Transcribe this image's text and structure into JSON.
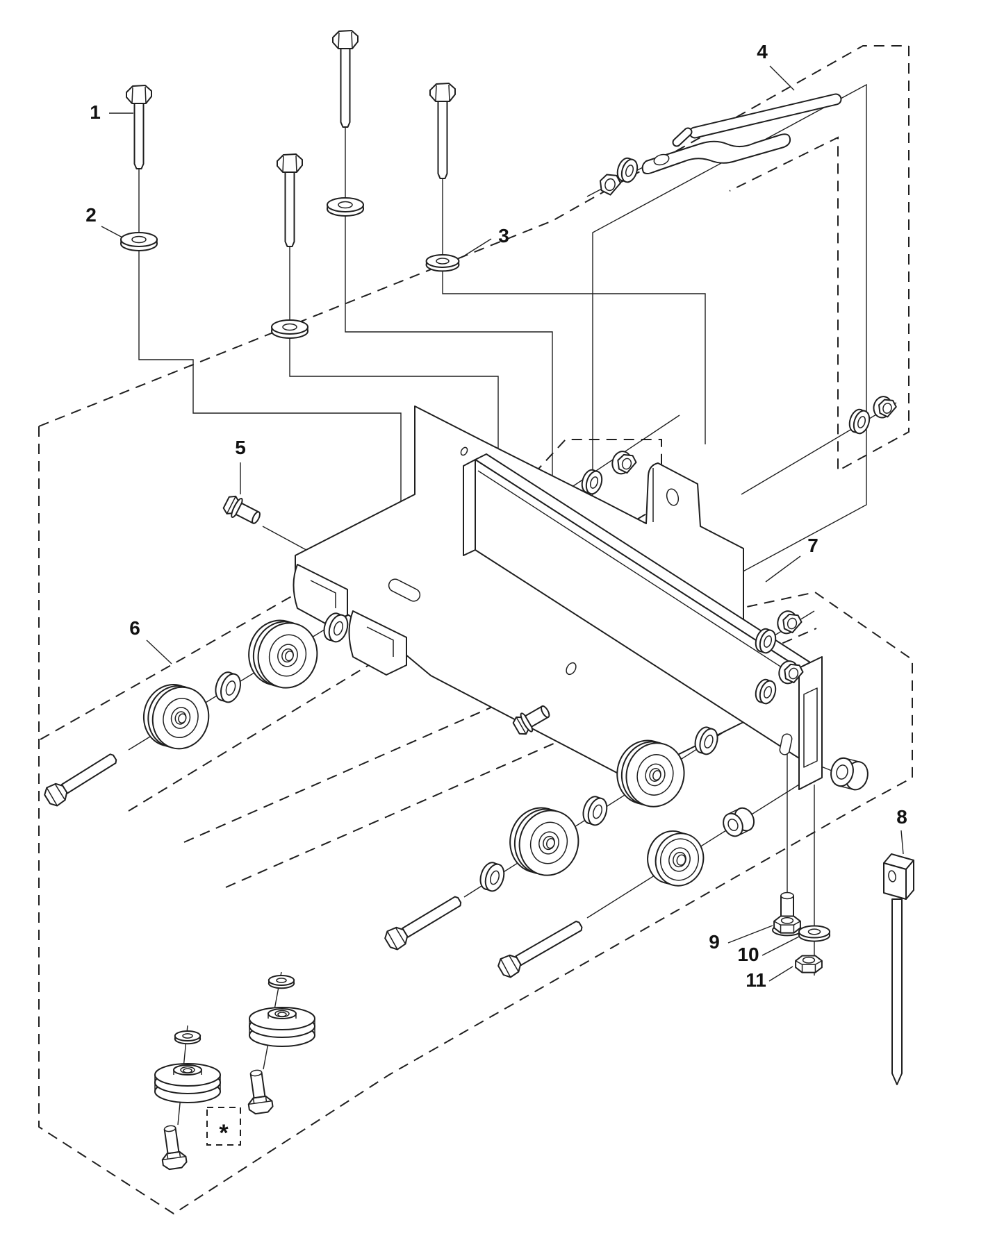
{
  "diagram": {
    "kind": "exploded-parts-diagram",
    "background_color": "#ffffff",
    "line_color": "#1f1f1f",
    "callouts": [
      {
        "ref": "1",
        "part": "long-hex-bolt"
      },
      {
        "ref": "2",
        "part": "flat-washer-large"
      },
      {
        "ref": "3",
        "part": "flat-washer"
      },
      {
        "ref": "4",
        "part": "latch-rod-assembly"
      },
      {
        "ref": "5",
        "part": "flange-hex-bolt"
      },
      {
        "ref": "6",
        "part": "pulley-washer-bolt-group"
      },
      {
        "ref": "7",
        "part": "roller-support-bracket"
      },
      {
        "ref": "8",
        "part": "square-nut-with-rod"
      },
      {
        "ref": "9",
        "part": "stud-with-nut"
      },
      {
        "ref": "10",
        "part": "flat-washer-small"
      },
      {
        "ref": "11",
        "part": "hex-nut"
      },
      {
        "ref": "*",
        "part": "asterisk-reference-marker"
      }
    ],
    "parts_visible": [
      "long-hex-bolt x4",
      "flat-washer x8",
      "v-groove-pulley x6",
      "flat-idler-roller x1",
      "spacer-bushing x2",
      "flange-nut x5",
      "hex-nut x3",
      "latch-rod-assembly x1",
      "flange-hex-bolt x2",
      "short-hex-bolt x2",
      "stud-with-nut x1",
      "square-nut-with-rod x1",
      "roller-support-bracket x1"
    ]
  }
}
